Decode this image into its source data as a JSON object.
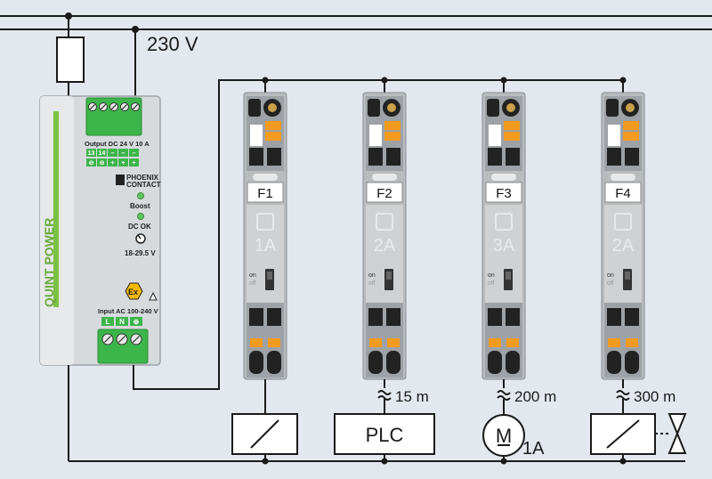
{
  "colors": {
    "background": "#e3e8ee",
    "wire": "#1a1a1a",
    "terminal_green": "#3cb54a",
    "module_body": "#b9bcbf",
    "module_window": "#cfd1d3",
    "indicator_orange": "#f29a1e",
    "psu_stripe": "#7bc143"
  },
  "supply": {
    "voltage_label": "230 V"
  },
  "power_supply": {
    "brand_line1": "PHOENIX",
    "brand_line2": "CONTACT",
    "vertical_title": "QUINT POWER",
    "output_label": "Output DC 24 V  10 A",
    "output_terminals": [
      "13",
      "14",
      "–",
      "–",
      "–"
    ],
    "output_terminals_row2": [
      "⊖",
      "⊖",
      "+",
      "+",
      "+"
    ],
    "led_boost": "Boost",
    "led_dcok": "DC OK",
    "adjust_range": "18-29.5 V",
    "ex_mark": "Ex",
    "input_label": "Input AC  100-240 V",
    "input_terminals": [
      "L",
      "N",
      "⊕"
    ]
  },
  "breakers": [
    {
      "id": "F1",
      "rating": "1A",
      "switch_on": "on",
      "switch_off": "off"
    },
    {
      "id": "F2",
      "rating": "2A",
      "switch_on": "on",
      "switch_off": "off"
    },
    {
      "id": "F3",
      "rating": "3A",
      "switch_on": "on",
      "switch_off": "off"
    },
    {
      "id": "F4",
      "rating": "2A",
      "switch_on": "on",
      "switch_off": "off"
    }
  ],
  "loads": [
    {
      "cable": "",
      "label": ""
    },
    {
      "cable": "15 m",
      "label": "PLC"
    },
    {
      "cable": "200 m",
      "label": "M",
      "current": "1A"
    },
    {
      "cable": "300 m",
      "label": ""
    }
  ]
}
